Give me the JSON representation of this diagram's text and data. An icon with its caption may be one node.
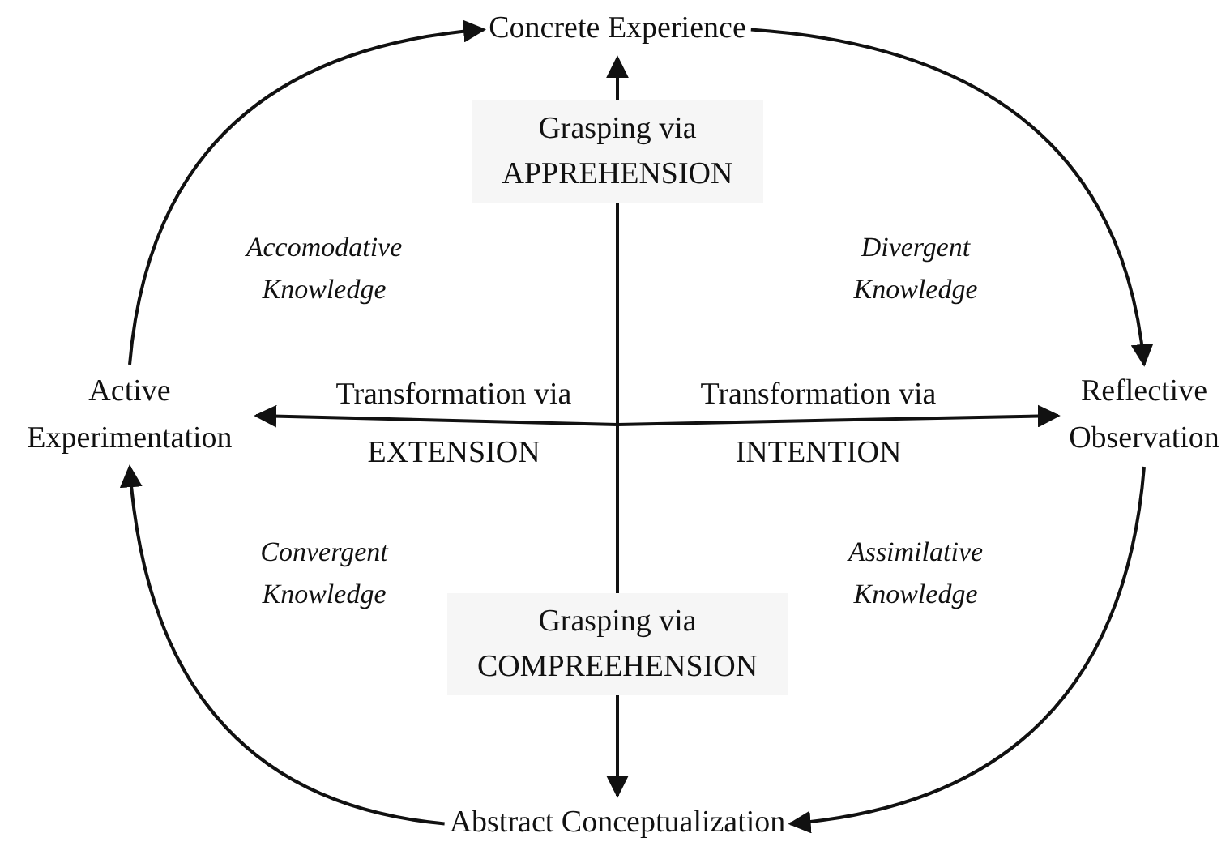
{
  "diagram": {
    "nodes": [
      {
        "text": [
          "Concrete Experience"
        ]
      },
      {
        "text": [
          "Reflective Observation"
        ]
      },
      {
        "text": [
          "Abstract Conceptualization"
        ]
      },
      {
        "text": [
          "Active Experimentation"
        ]
      }
    ],
    "edges": [
      {
        "from": 0,
        "to": 1,
        "arrow": "to"
      },
      {
        "from": 1,
        "to": 2,
        "arrow": "to"
      },
      {
        "from": 2,
        "to": 3,
        "arrow": "to"
      },
      {
        "from": 3,
        "to": 0,
        "arrow": "to"
      },
      {
        "from": null,
        "to": 0,
        "arrow": "to",
        "label": "Grasping via APPREHENSION"
      },
      {
        "from": null,
        "to": 2,
        "arrow": "to",
        "label": "Grasping via COMPREEHENSION"
      },
      {
        "from": null,
        "to": 3,
        "arrow": "to",
        "label": "Transformation via EXTENSION"
      },
      {
        "from": null,
        "to": 1,
        "arrow": "to",
        "label": "Transformation via INTENTION"
      }
    ],
    "labels": [
      "Accomodative Knowledge",
      "Divergent Knowledge",
      "Convergent Knowledge",
      "Assimilative Knowledge"
    ]
  }
}
